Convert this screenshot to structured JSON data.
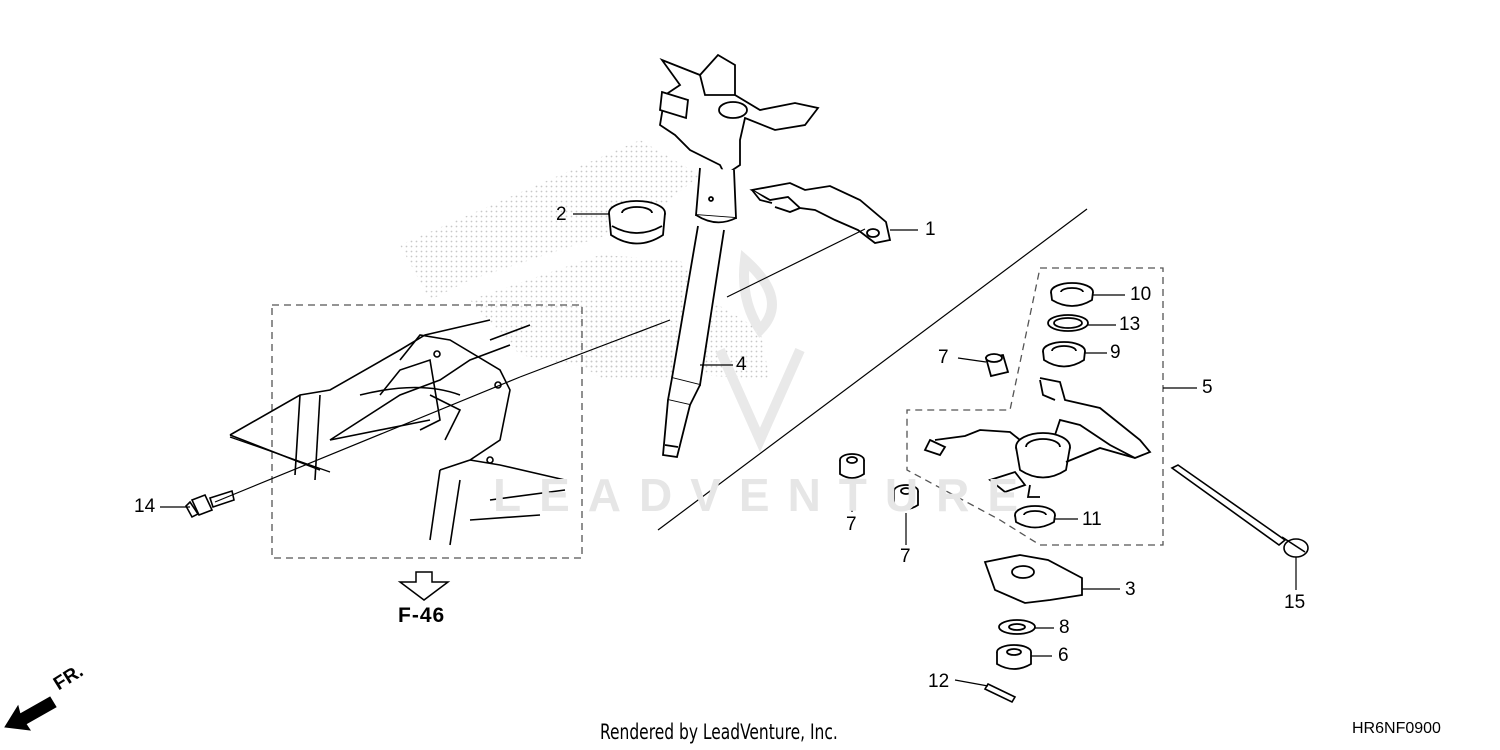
{
  "callouts": {
    "c1": "1",
    "c2": "2",
    "c3": "3",
    "c4": "4",
    "c5": "5",
    "c6": "6",
    "c7a": "7",
    "c7b": "7",
    "c7c": "7",
    "c8": "8",
    "c9": "9",
    "c10": "10",
    "c11": "11",
    "c12": "12",
    "c13": "13",
    "c14": "14",
    "c15": "15"
  },
  "reference": "F-46",
  "direction_label": "FR.",
  "watermark": "LEADVENTURE",
  "footer": "Rendered by LeadVenture, Inc.",
  "diagram_code": "HR6NF0900"
}
